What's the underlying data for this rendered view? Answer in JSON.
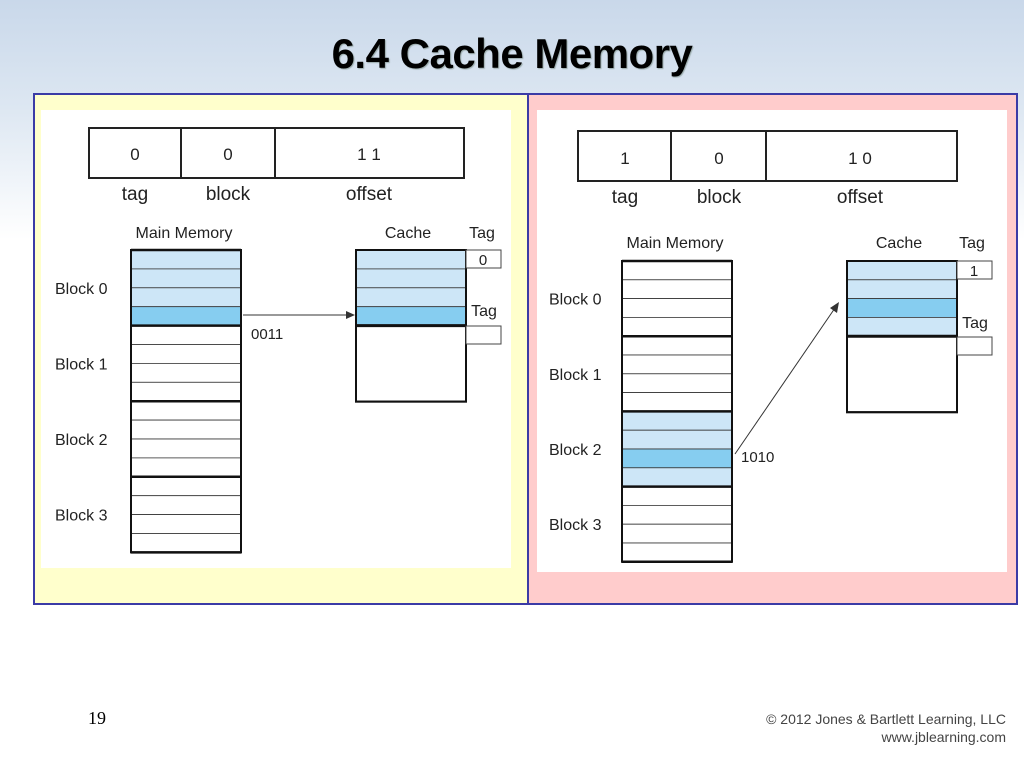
{
  "slide": {
    "title": "6.4 Cache Memory",
    "page_number": "19",
    "copyright_line1": "© 2012 Jones & Bartlett Learning, LLC",
    "copyright_line2": "www.jblearning.com"
  },
  "colors": {
    "left_panel_bg": "#ffffcc",
    "right_panel_bg": "#ffcccc",
    "panel_border": "#3b3ba6",
    "block_fill_light": "#cde6f7",
    "block_fill_highlight": "#86cdf0"
  },
  "left": {
    "address": {
      "tag": "0",
      "block": "0",
      "offset": "1 1"
    },
    "address_labels": {
      "tag": "tag",
      "block": "block",
      "offset": "offset"
    },
    "main_memory_label": "Main Memory",
    "cache_label": "Cache",
    "tag_header": "Tag",
    "tag_value": "0",
    "tag_label2": "Tag",
    "arrow_label": "0011",
    "block_labels": [
      "Block 0",
      "Block 1",
      "Block 2",
      "Block 3"
    ],
    "highlighted_block": 0,
    "highlighted_word": 3
  },
  "right": {
    "address": {
      "tag": "1",
      "block": "0",
      "offset": "1 0"
    },
    "address_labels": {
      "tag": "tag",
      "block": "block",
      "offset": "offset"
    },
    "main_memory_label": "Main Memory",
    "cache_label": "Cache",
    "tag_header": "Tag",
    "tag_value": "1",
    "tag_label2": "Tag",
    "arrow_label": "1010",
    "block_labels": [
      "Block 0",
      "Block 1",
      "Block 2",
      "Block 3"
    ],
    "highlighted_block": 2,
    "highlighted_word": 2
  }
}
